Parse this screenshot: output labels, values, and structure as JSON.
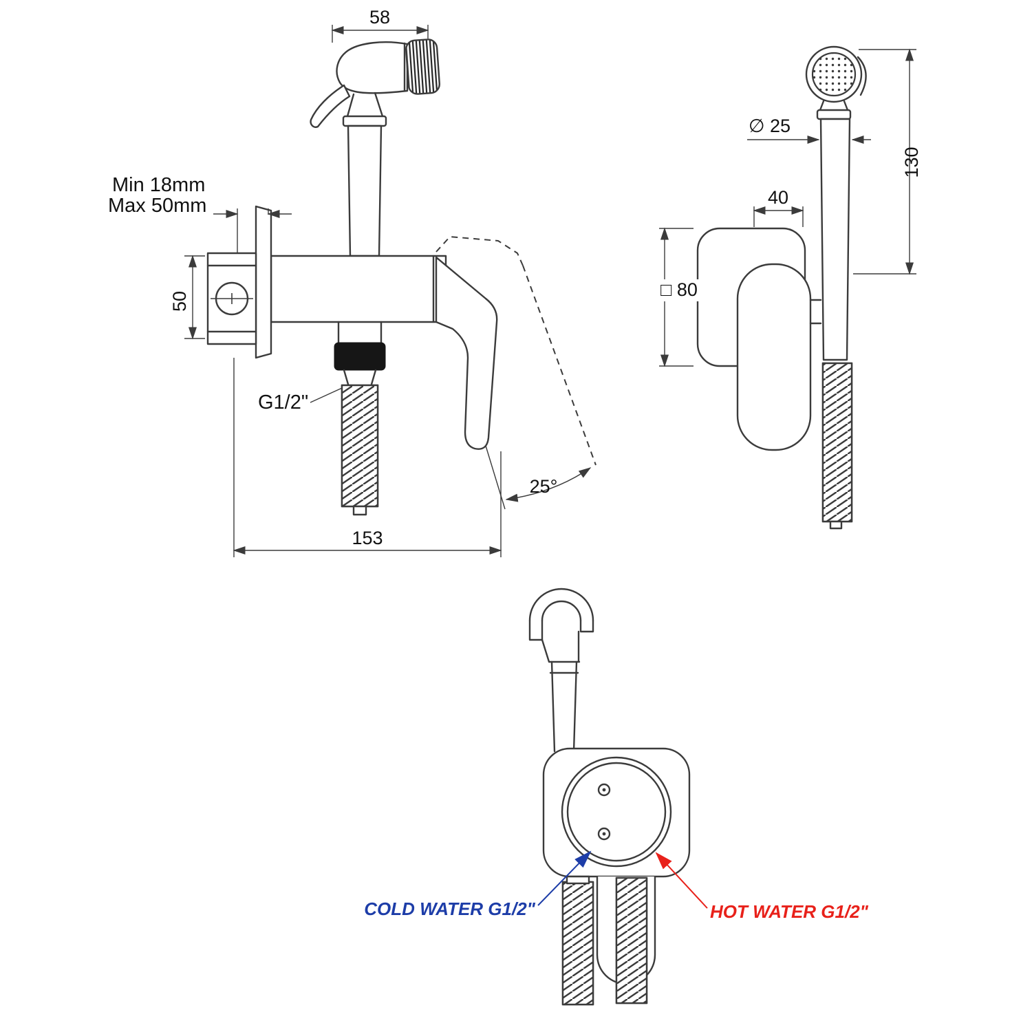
{
  "drawing": {
    "stroke_color": "#3b3b3b",
    "front": {
      "dim_head_width": "58",
      "note_min": "Min 18mm",
      "note_max": "Max 50mm",
      "dim_valve_height": "50",
      "thread_label": "G1/2\"",
      "dim_total_width": "153",
      "dim_lever_angle": "25°"
    },
    "side": {
      "dim_diameter": "∅ 25",
      "dim_depth": "40",
      "dim_plate": "□ 80",
      "dim_height": "130"
    },
    "back": {
      "cold_label": "COLD WATER G1/2\"",
      "hot_label": "HOT WATER G1/2\"",
      "cold_color": "#1d3da8",
      "hot_color": "#e8211a"
    }
  }
}
